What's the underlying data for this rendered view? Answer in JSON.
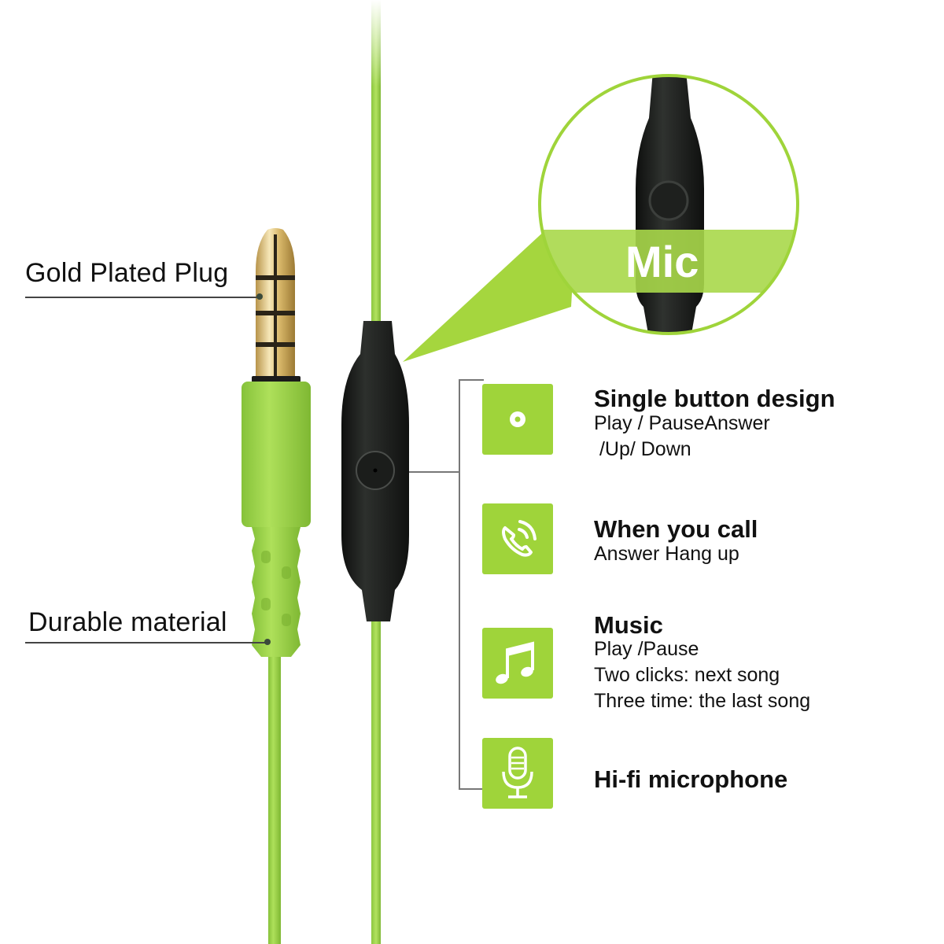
{
  "colors": {
    "accent_green": "#9fd43a",
    "cable_green": "#8cc63f",
    "remote_black": "#1c1e1c",
    "gold": "#d9b86a",
    "text": "#111111",
    "background": "#ffffff"
  },
  "callouts": {
    "plug": "Gold Plated Plug",
    "strain_relief": "Durable material",
    "mic_zoom": "Mic"
  },
  "features": [
    {
      "icon": "button-icon",
      "title": "Single button design",
      "lines": [
        "Play / PauseAnswer",
        " /Up/ Down"
      ]
    },
    {
      "icon": "phone-call-icon",
      "title": "When you call",
      "lines": [
        "Answer Hang up"
      ]
    },
    {
      "icon": "music-note-icon",
      "title": "Music",
      "lines": [
        "Play /Pause",
        "Two clicks: next song",
        "Three time: the last song"
      ]
    },
    {
      "icon": "microphone-icon",
      "title": "Hi-fi microphone",
      "lines": []
    }
  ]
}
